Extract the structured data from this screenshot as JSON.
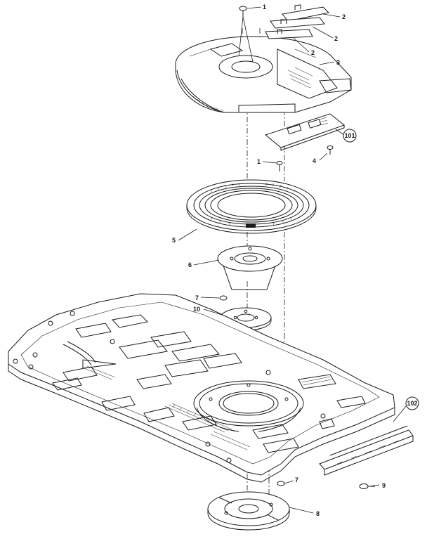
{
  "diagram": {
    "callouts": {
      "c1_top": "1",
      "c2_a": "2",
      "c2_b": "2",
      "c2_c": "2",
      "c3": "3",
      "c101": "101",
      "c4": "4",
      "c1_mid": "1",
      "c5": "5",
      "c6": "6",
      "c7_top": "7",
      "c10": "10",
      "c102": "102",
      "c7_bottom": "7",
      "c9": "9",
      "c8": "8"
    }
  }
}
